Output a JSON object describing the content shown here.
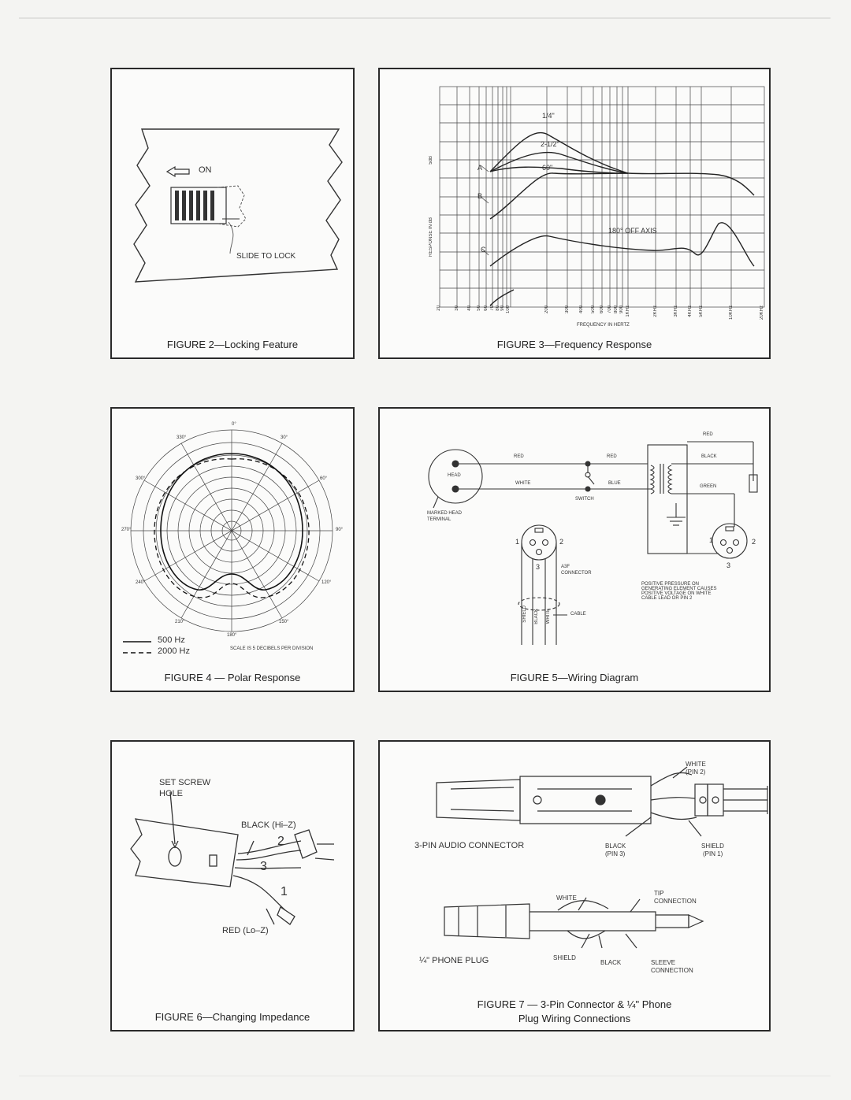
{
  "figures": {
    "fig2": {
      "caption": "FIGURE 2—Locking Feature",
      "on_label": "ON",
      "slide_label": "SLIDE TO LOCK"
    },
    "fig3": {
      "caption": "FIGURE 3—Frequency Response",
      "curve_labels": [
        "1/4\"",
        "2-1/2\"",
        "60\""
      ],
      "row_labels": [
        "A",
        "B",
        "C"
      ],
      "off_axis_label": "180° OFF AXIS",
      "db_label": "5dB",
      "y_axis_label": "RESPONSE IN dB",
      "x_axis_label": "FREQUENCY IN HERTZ",
      "tick_labels": [
        "20",
        "30",
        "40",
        "50",
        "60",
        "70",
        "80",
        "90",
        "100",
        "200",
        "300",
        "400",
        "500",
        "600",
        "700",
        "800",
        "900",
        "1KHz",
        "2KHz",
        "3KHz",
        "4KHz",
        "5KHz",
        "10KHz",
        "20KHz"
      ]
    },
    "fig4": {
      "caption": "FIGURE 4 — Polar Response",
      "angles": [
        "0°",
        "30°",
        "60°",
        "90°",
        "120°",
        "150°",
        "180°",
        "210°",
        "240°",
        "270°",
        "300°",
        "330°"
      ],
      "legend_solid": "500 Hz",
      "legend_dashed": "2000 Hz",
      "scale_note": "SCALE IS 5 DECIBELS PER DIVISION"
    },
    "fig5": {
      "caption": "FIGURE 5—Wiring Diagram",
      "head": "HEAD",
      "red_1": "RED",
      "red_2": "RED",
      "red_3": "RED",
      "white": "WHITE",
      "blue": "BLUE",
      "black": "BLACK",
      "green": "GREEN",
      "switch": "SWITCH",
      "marked_head": "MARKED HEAD",
      "terminal": "TERMINAL",
      "pin1": "1",
      "pin2": "2",
      "pin3": "3",
      "pin1b": "1",
      "pin2b": "2",
      "pin3b": "3",
      "a3f": "A3F",
      "connector": "CONNECTOR",
      "cable": "CABLE",
      "wire_shield": "SHIELD",
      "wire_black": "BLACK",
      "wire_white": "WHITE",
      "note": [
        "POSITIVE PRESSURE ON",
        "GENERATING ELEMENT CAUSES",
        "POSITIVE VOLTAGE ON WHITE",
        "CABLE LEAD OR PIN 2"
      ]
    },
    "fig6": {
      "caption": "FIGURE 6—Changing Impedance",
      "set_screw": "SET SCREW",
      "hole": "HOLE",
      "black_hiz": "BLACK (Hi–Z)",
      "red_loz": "RED (Lo–Z)",
      "n1": "1",
      "n2": "2",
      "n3": "3"
    },
    "fig7": {
      "caption_line1": "FIGURE 7 — 3-Pin Connector & ¼\" Phone",
      "caption_line2": "Plug Wiring Connections",
      "white_pin2_a": "WHITE",
      "white_pin2_b": "(PIN 2)",
      "audio_connector": "3-PIN AUDIO CONNECTOR",
      "black_pin3_a": "BLACK",
      "black_pin3_b": "(PIN 3)",
      "shield_pin1_a": "SHIELD",
      "shield_pin1_b": "(PIN 1)",
      "white": "WHITE",
      "tip_a": "TIP",
      "tip_b": "CONNECTION",
      "phone_plug": "¼\" PHONE PLUG",
      "shield": "SHIELD",
      "black": "BLACK",
      "sleeve_a": "SLEEVE",
      "sleeve_b": "CONNECTION"
    }
  }
}
